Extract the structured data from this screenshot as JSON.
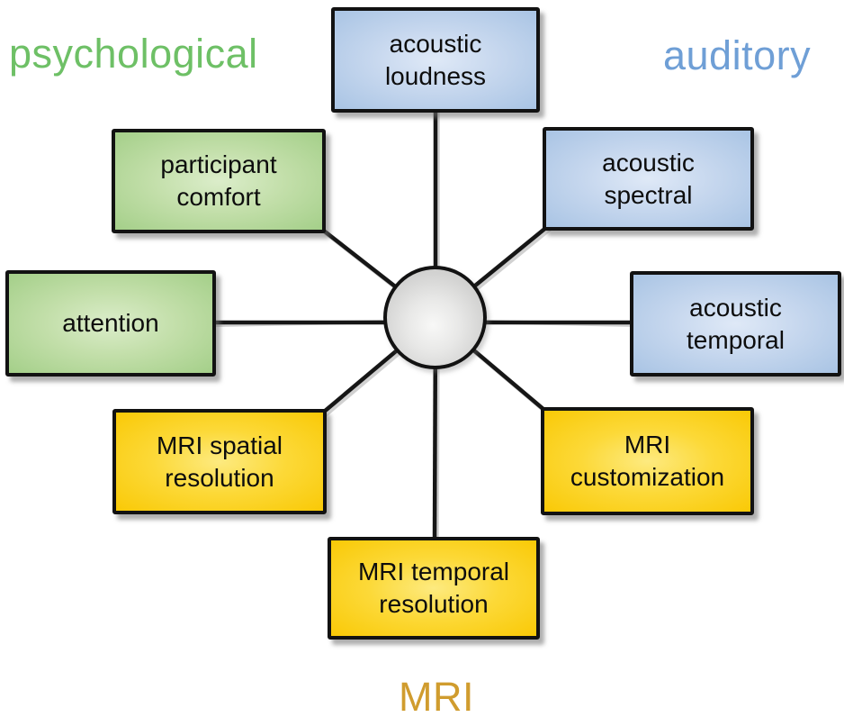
{
  "diagram": {
    "type": "radial-concept-diagram",
    "group_labels": {
      "psychological": {
        "label": "psychological",
        "color": "#6ec066"
      },
      "auditory": {
        "label": "auditory",
        "color": "#6f9fd6"
      },
      "mri": {
        "label": "MRI",
        "color": "#d09c2e"
      }
    },
    "nodes": [
      {
        "label": "acoustic loudness",
        "group": "auditory",
        "position": "top-center"
      },
      {
        "label": "acoustic spectral",
        "group": "auditory",
        "position": "upper-right"
      },
      {
        "label": "acoustic temporal",
        "group": "auditory",
        "position": "right"
      },
      {
        "label": "participant comfort",
        "group": "psychological",
        "position": "upper-left"
      },
      {
        "label": "attention",
        "group": "psychological",
        "position": "left"
      },
      {
        "label": "MRI spatial resolution",
        "group": "mri",
        "position": "lower-left"
      },
      {
        "label": "MRI customization",
        "group": "mri",
        "position": "lower-right"
      },
      {
        "label": "MRI temporal resolution",
        "group": "mri",
        "position": "bottom-center"
      }
    ],
    "colors": {
      "auditory_box_fill": "#a9c4e4",
      "psychological_box_fill": "#a4cf89",
      "mri_box_fill": "#f9c906",
      "box_border": "#121212",
      "connector_line": "#161616",
      "center_circle_fill": "#d9d9d8",
      "background": "#ffffff"
    },
    "center_node": {
      "shape": "circle",
      "label": ""
    },
    "connector_count": 8
  }
}
